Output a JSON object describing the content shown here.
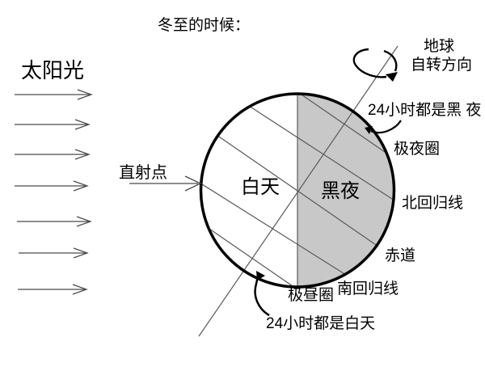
{
  "title": "冬至的时候：",
  "sunlight": {
    "label": "太阳光",
    "ray_count": 7
  },
  "earth": {
    "day_label": "白天",
    "night_label": "黑夜"
  },
  "annotations": {
    "direct_point": "直射点",
    "rotation_label_line1": "地球",
    "rotation_label_line2": "自转方向",
    "polar_night_note": "24小时都是黑 夜",
    "polar_night_circle": "极夜圈",
    "tropic_of_cancer": "北回归线",
    "equator": "赤道",
    "tropic_of_capricorn": "南回归线",
    "polar_day_circle": "极昼圈",
    "polar_day_note": "24小时都是白天"
  },
  "colors": {
    "night_fill": "#c8c8c8",
    "ink": "#000000",
    "thin_line": "#595959"
  }
}
